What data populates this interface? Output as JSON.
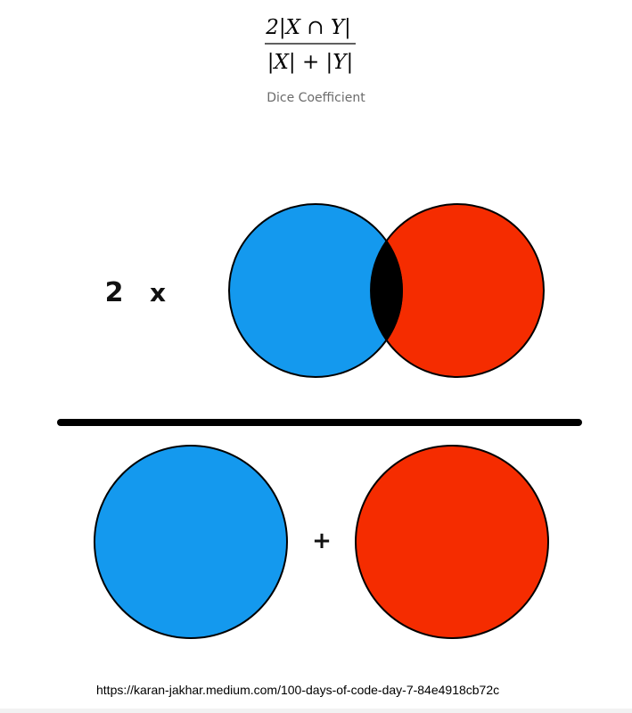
{
  "formula": {
    "numerator": "2|X ∩ Y|",
    "denominator": "|X| + |Y|"
  },
  "caption": "Dice Coefficient",
  "diagram": {
    "multiplier": "2",
    "times_sign": "x",
    "plus_sign": "+",
    "colors": {
      "set_x": "#1499ee",
      "set_y": "#f52c00",
      "intersection": "#000000",
      "outline": "#000000",
      "divider": "#000000"
    }
  },
  "source_url": "https://karan-jakhar.medium.com/100-days-of-code-day-7-84e4918cb72c"
}
